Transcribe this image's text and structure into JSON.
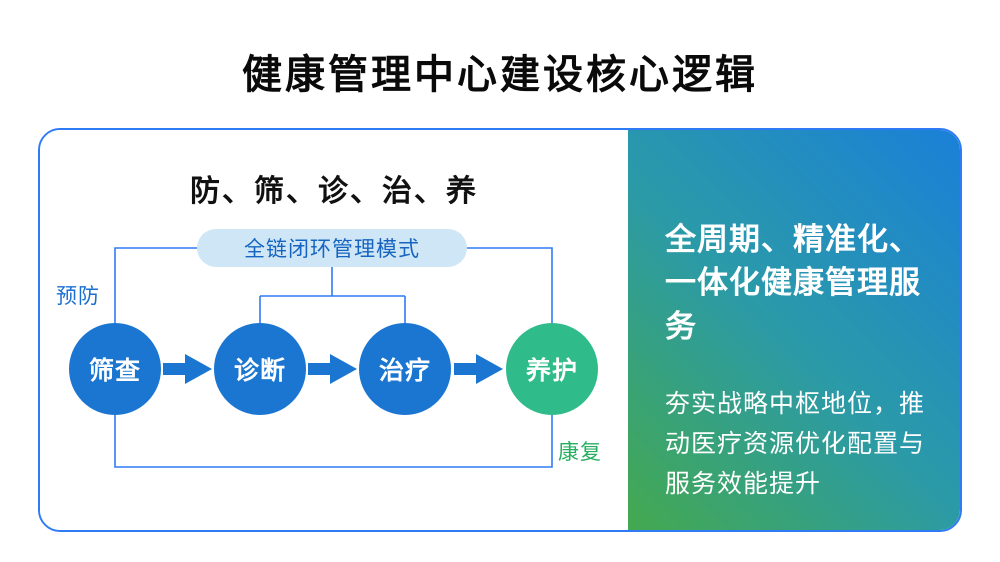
{
  "page": {
    "title": "健康管理中心建设核心逻辑"
  },
  "diagram": {
    "heading": "防、筛、诊、治、养",
    "loop_box_label": "全链闭环管理模式",
    "prevention_label": "预防",
    "recovery_label": "康复",
    "steps": [
      {
        "label": "筛查",
        "color": "#1b76d2"
      },
      {
        "label": "诊断",
        "color": "#1b76d2"
      },
      {
        "label": "治疗",
        "color": "#1b76d2"
      },
      {
        "label": "养护",
        "color": "#2fbc8a"
      }
    ]
  },
  "right_panel": {
    "heading_line1": "全周期、精准化、",
    "heading_line2": "一体化健康管理服务",
    "body": "夯实战略中枢地位，推动医疗资源优化配置与服务效能提升"
  },
  "colors": {
    "primary_blue": "#1b76d2",
    "accent_green": "#2fbc8a",
    "line_blue": "#2f7bf5",
    "loop_box_bg": "#cfe6f7",
    "gradient_blue": "#1a80d8",
    "gradient_green": "#44a94f"
  }
}
